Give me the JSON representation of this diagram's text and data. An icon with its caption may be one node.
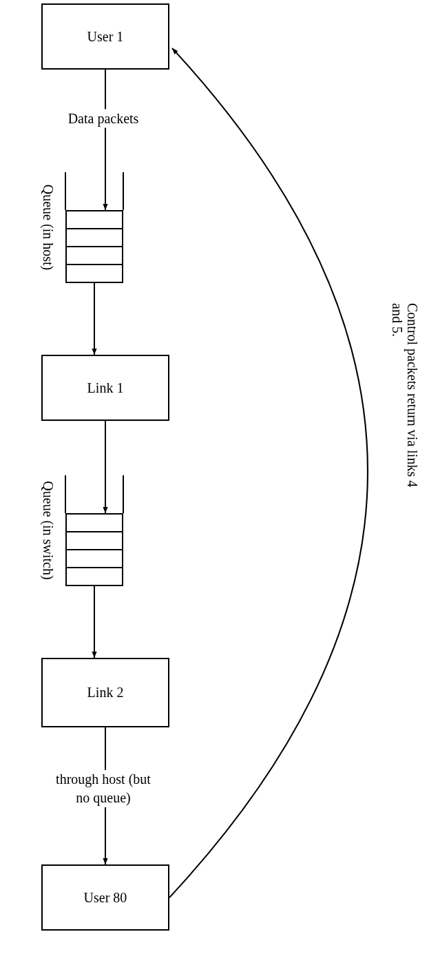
{
  "diagram": {
    "nodes": [
      {
        "text": [
          "User 1"
        ]
      },
      {
        "text": [],
        "shape": "queue",
        "beside": [
          "Queue (in host)"
        ]
      },
      {
        "text": [
          "Link 1"
        ]
      },
      {
        "text": [],
        "shape": "queue",
        "beside": [
          "Queue (in switch)"
        ]
      },
      {
        "text": [
          "Link 2"
        ]
      },
      {
        "text": [
          "User 80"
        ]
      }
    ],
    "edges": [
      {
        "from": 0,
        "to": 1,
        "arrow": "to",
        "label": "Data packets"
      },
      {
        "from": 1,
        "to": 2,
        "arrow": "to"
      },
      {
        "from": 2,
        "to": 3,
        "arrow": "to"
      },
      {
        "from": 3,
        "to": 4,
        "arrow": "to"
      },
      {
        "from": 4,
        "to": 5,
        "arrow": "to",
        "label": "through host (but no queue)"
      },
      {
        "from": 5,
        "to": 0,
        "arrow": "to",
        "label": "Control packets return via links 4 and 5."
      }
    ]
  }
}
